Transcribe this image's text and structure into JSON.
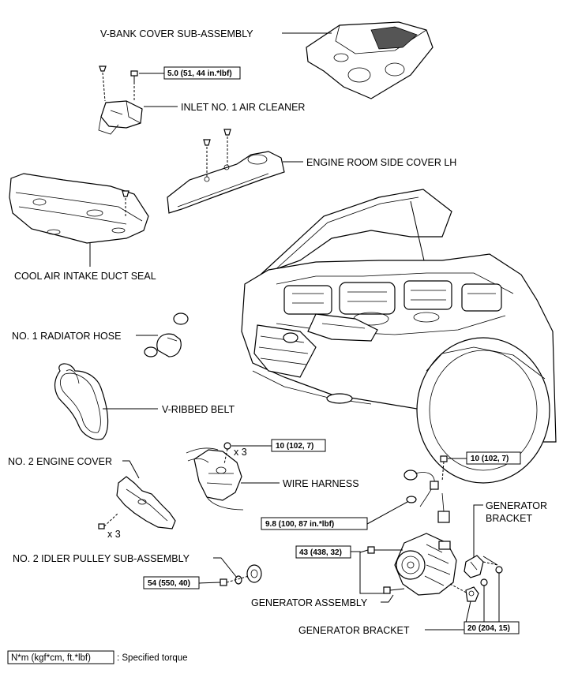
{
  "labels": {
    "vbank_cover": "V-BANK COVER SUB-ASSEMBLY",
    "inlet_air_cleaner": "INLET NO. 1 AIR CLEANER",
    "engine_room_cover": "ENGINE ROOM SIDE COVER LH",
    "cool_air_seal": "COOL AIR INTAKE DUCT SEAL",
    "radiator_hose": "NO. 1 RADIATOR HOSE",
    "ribbed_belt": "V-RIBBED BELT",
    "engine_cover_2": "NO. 2 ENGINE COVER",
    "wire_harness": "WIRE HARNESS",
    "generator_bracket_top": "GENERATOR\nBRACKET",
    "idler_pulley": "NO. 2 IDLER PULLEY SUB-ASSEMBLY",
    "generator_assembly": "GENERATOR ASSEMBLY",
    "generator_bracket_bottom": "GENERATOR BRACKET"
  },
  "quantities": {
    "harness_bolts": "x 3",
    "cover_bolts": "x 3"
  },
  "torques": {
    "inlet": "5.0 (51, 44 in.*lbf)",
    "harness": "10 (102, 7)",
    "terminal": "10 (102, 7)",
    "terminal_nut": "9.8 (100, 87 in.*lbf)",
    "gen_bolts": "43 (438, 32)",
    "idler": "54 (550, 40)",
    "bracket": "20 (204, 15)"
  },
  "legend": {
    "unit": "N*m (kgf*cm, ft.*lbf)",
    "text": ": Specified torque"
  }
}
